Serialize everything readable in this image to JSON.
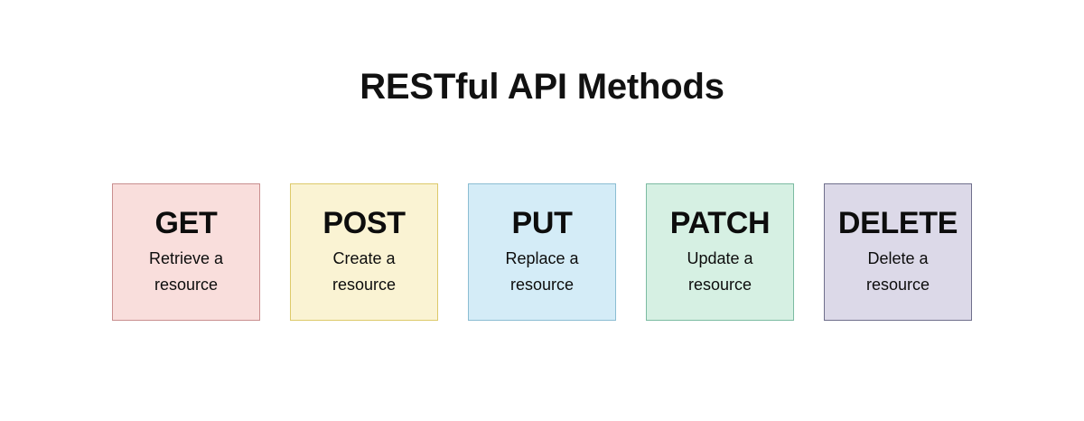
{
  "page": {
    "title": "RESTful API Methods",
    "background_color": "#ffffff",
    "title_color": "#111111"
  },
  "cards": [
    {
      "name": "GET",
      "description": "Retrieve a resource",
      "fill_color": "#f9dedc",
      "border_color": "#c98f8f",
      "text_color": "#0d0d0d"
    },
    {
      "name": "POST",
      "description": "Create a resource",
      "fill_color": "#faf3d3",
      "border_color": "#ddc96a",
      "text_color": "#0d0d0d"
    },
    {
      "name": "PUT",
      "description": "Replace a resource",
      "fill_color": "#d4ecf7",
      "border_color": "#8bbdd2",
      "text_color": "#0d0d0d"
    },
    {
      "name": "PATCH",
      "description": "Update a resource",
      "fill_color": "#d6f0e3",
      "border_color": "#7cbba2",
      "text_color": "#0d0d0d"
    },
    {
      "name": "DELETE",
      "description": "Delete a resource",
      "fill_color": "#dcd9e8",
      "border_color": "#6f6f8c",
      "text_color": "#0d0d0d"
    }
  ]
}
